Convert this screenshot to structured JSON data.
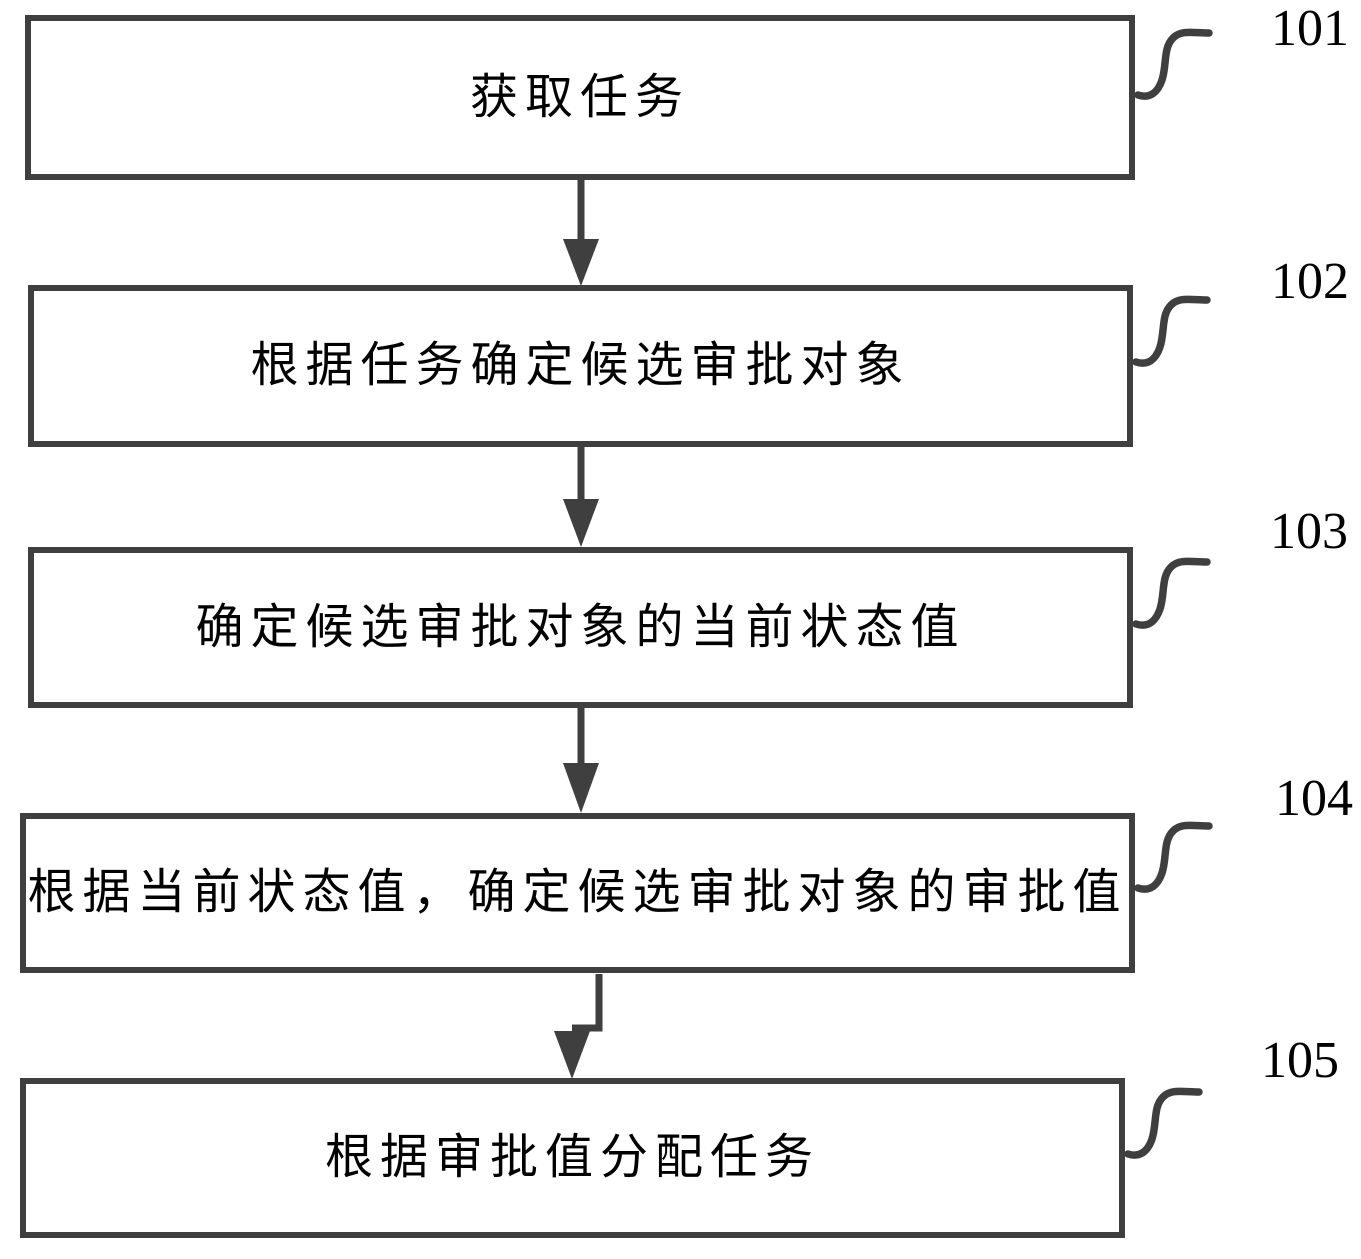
{
  "colors": {
    "line": "#3f3f3f",
    "text": "#000000",
    "background": "#ffffff"
  },
  "steps": [
    {
      "ref": "101",
      "text": "获取任务"
    },
    {
      "ref": "102",
      "text": "根据任务确定候选审批对象"
    },
    {
      "ref": "103",
      "text": "确定候选审批对象的当前状态值"
    },
    {
      "ref": "104",
      "text": "根据当前状态值，确定候选审批对象的审批值"
    },
    {
      "ref": "105",
      "text": "根据审批值分配任务"
    }
  ]
}
